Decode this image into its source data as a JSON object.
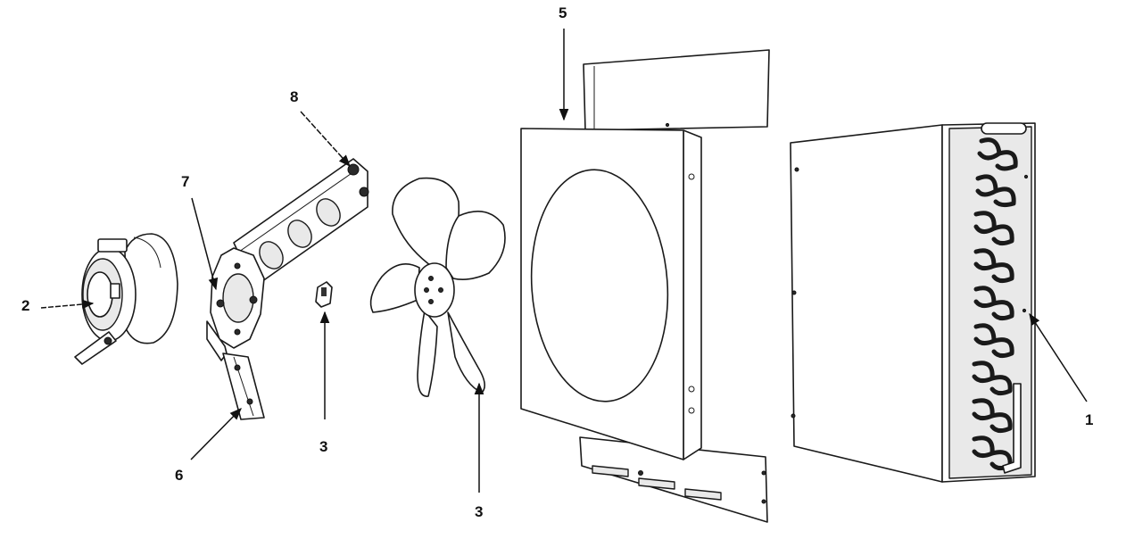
{
  "callouts": {
    "coil": "1",
    "motor": "2",
    "clip": "3",
    "fan_blade": "3",
    "shroud": "5",
    "bracket_lower": "6",
    "bracket_plate": "7",
    "nut": "8"
  },
  "colors": {
    "line": "#1a1a1a",
    "background": "#ffffff",
    "shade": "#e9e9e9"
  }
}
